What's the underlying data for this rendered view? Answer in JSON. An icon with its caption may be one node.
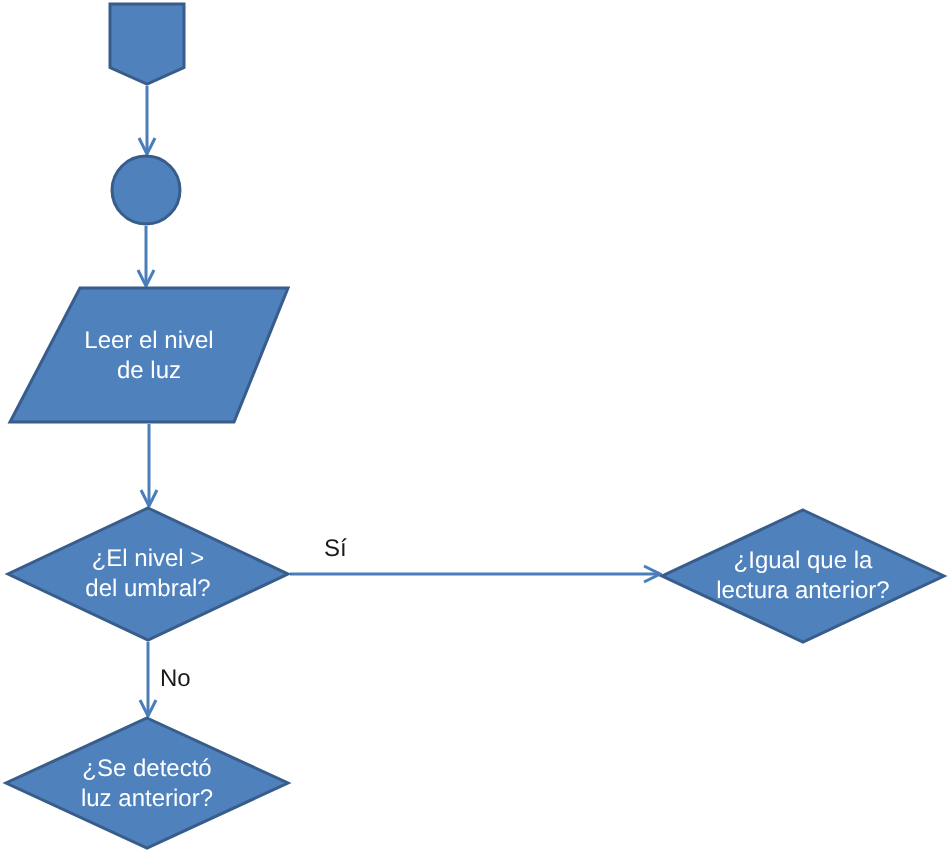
{
  "diagram": {
    "nodes": [
      {
        "text": [],
        "shape": "pentagon"
      },
      {
        "text": [],
        "shape": "circle"
      },
      {
        "text": [
          "Leer el nivel de luz"
        ]
      },
      {
        "text": [
          "¿El nivel > del umbral?"
        ]
      },
      {
        "text": [
          "¿Igual que la lectura anterior?"
        ]
      },
      {
        "text": [
          "¿Se detectó luz anterior?"
        ]
      }
    ],
    "edges": [
      {
        "from": 0,
        "to": 1,
        "arrow": "to"
      },
      {
        "from": 1,
        "to": 2,
        "arrow": "to"
      },
      {
        "from": 2,
        "to": 3,
        "arrow": "to"
      },
      {
        "from": 3,
        "to": 4,
        "arrow": "to",
        "label": "Sí"
      },
      {
        "from": 3,
        "to": 5,
        "arrow": "to",
        "label": "No"
      }
    ]
  }
}
